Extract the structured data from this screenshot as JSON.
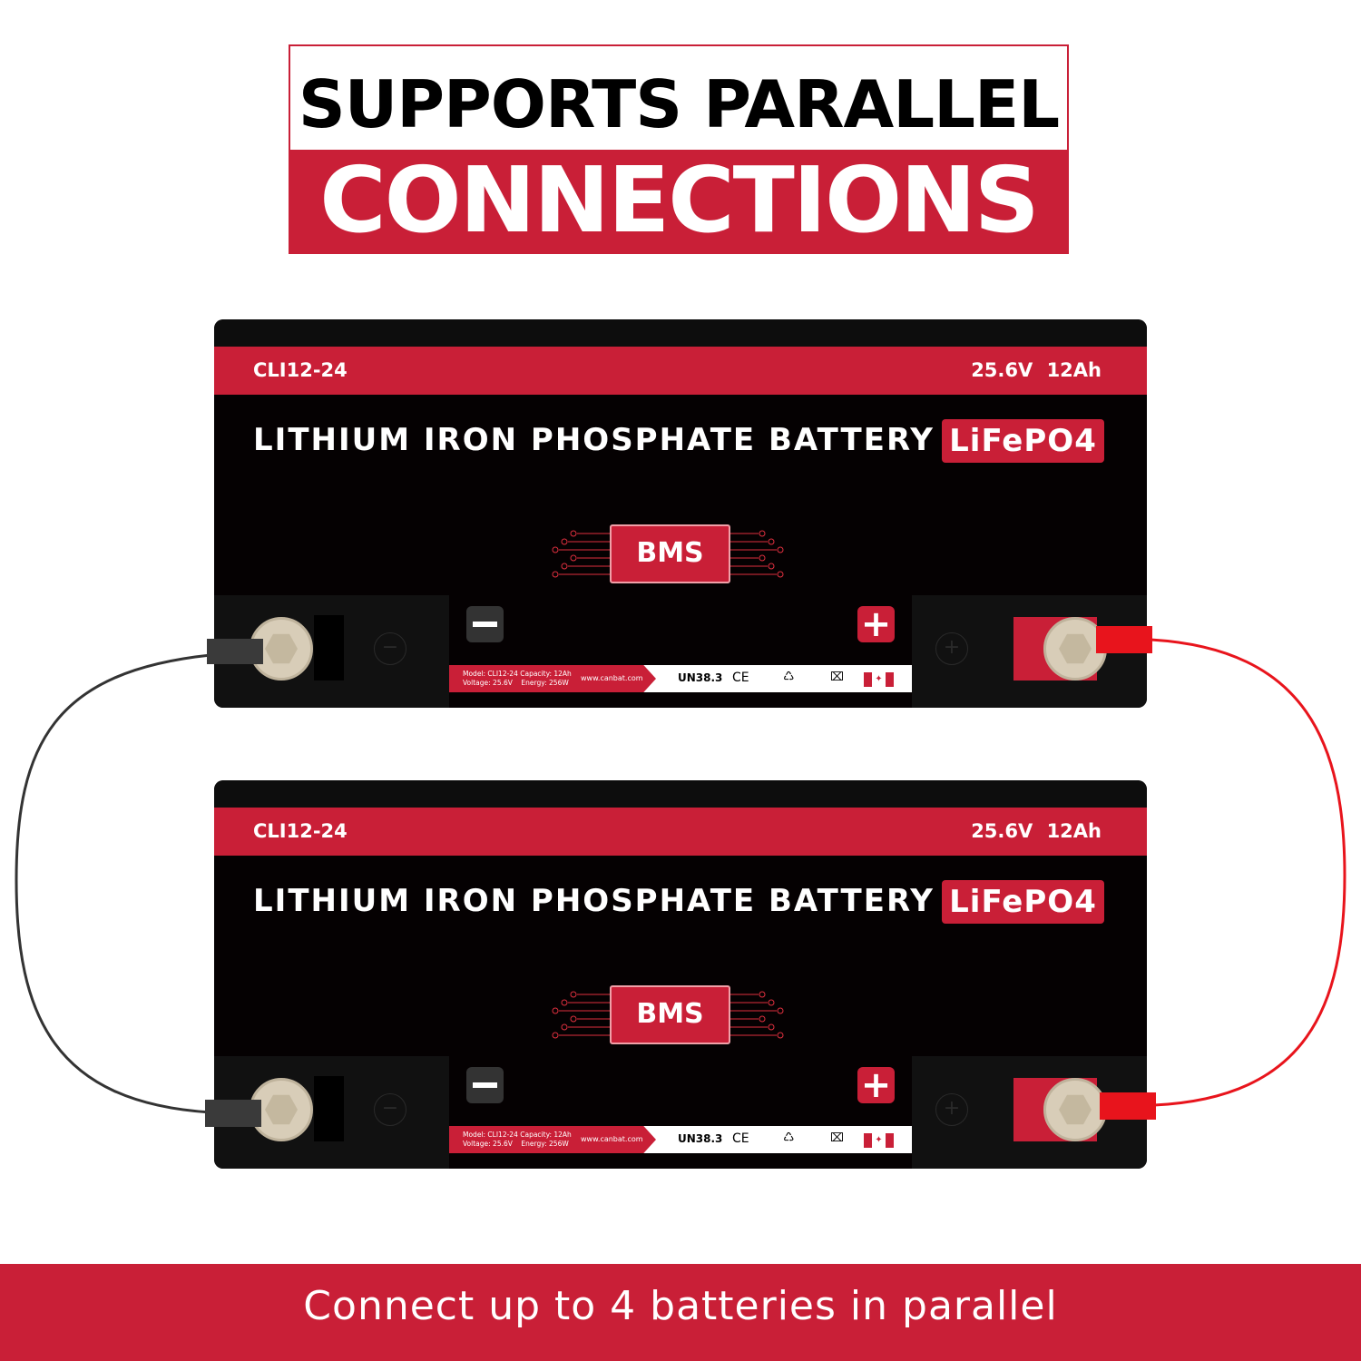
{
  "header": {
    "line1": "SUPPORTS PARALLEL",
    "line2": "CONNECTIONS"
  },
  "batteries": [
    {
      "model": "CLI12-24",
      "spec": "25.6V 12Ah",
      "title": "LITHIUM IRON PHOSPHATE BATTERY",
      "chemistry": "LiFePO4",
      "chip": "BMS",
      "minus": "−",
      "plus": "+",
      "label": {
        "specs": "Model: CLI12-24 Capacity: 12Ah\nVoltage: 25.6V    Energy: 256W",
        "website": "www.canbat.com",
        "cert": "UN38.3",
        "ce": "CE"
      }
    },
    {
      "model": "CLI12-24",
      "spec": "25.6V 12Ah",
      "title": "LITHIUM IRON PHOSPHATE BATTERY",
      "chemistry": "LiFePO4",
      "chip": "BMS",
      "minus": "−",
      "plus": "+",
      "label": {
        "specs": "Model: CLI12-24 Capacity: 12Ah\nVoltage: 25.6V    Energy: 256W",
        "website": "www.canbat.com",
        "cert": "UN38.3",
        "ce": "CE"
      }
    }
  ],
  "footer": {
    "text": "Connect up to 4 batteries in parallel"
  },
  "colors": {
    "brand_red": "#c91f37",
    "cable_negative": "#333333",
    "cable_positive": "#e8141c"
  },
  "icons": [
    "recycle-icon",
    "weee-bin-icon",
    "canada-flag-icon",
    "ce-mark-icon"
  ]
}
